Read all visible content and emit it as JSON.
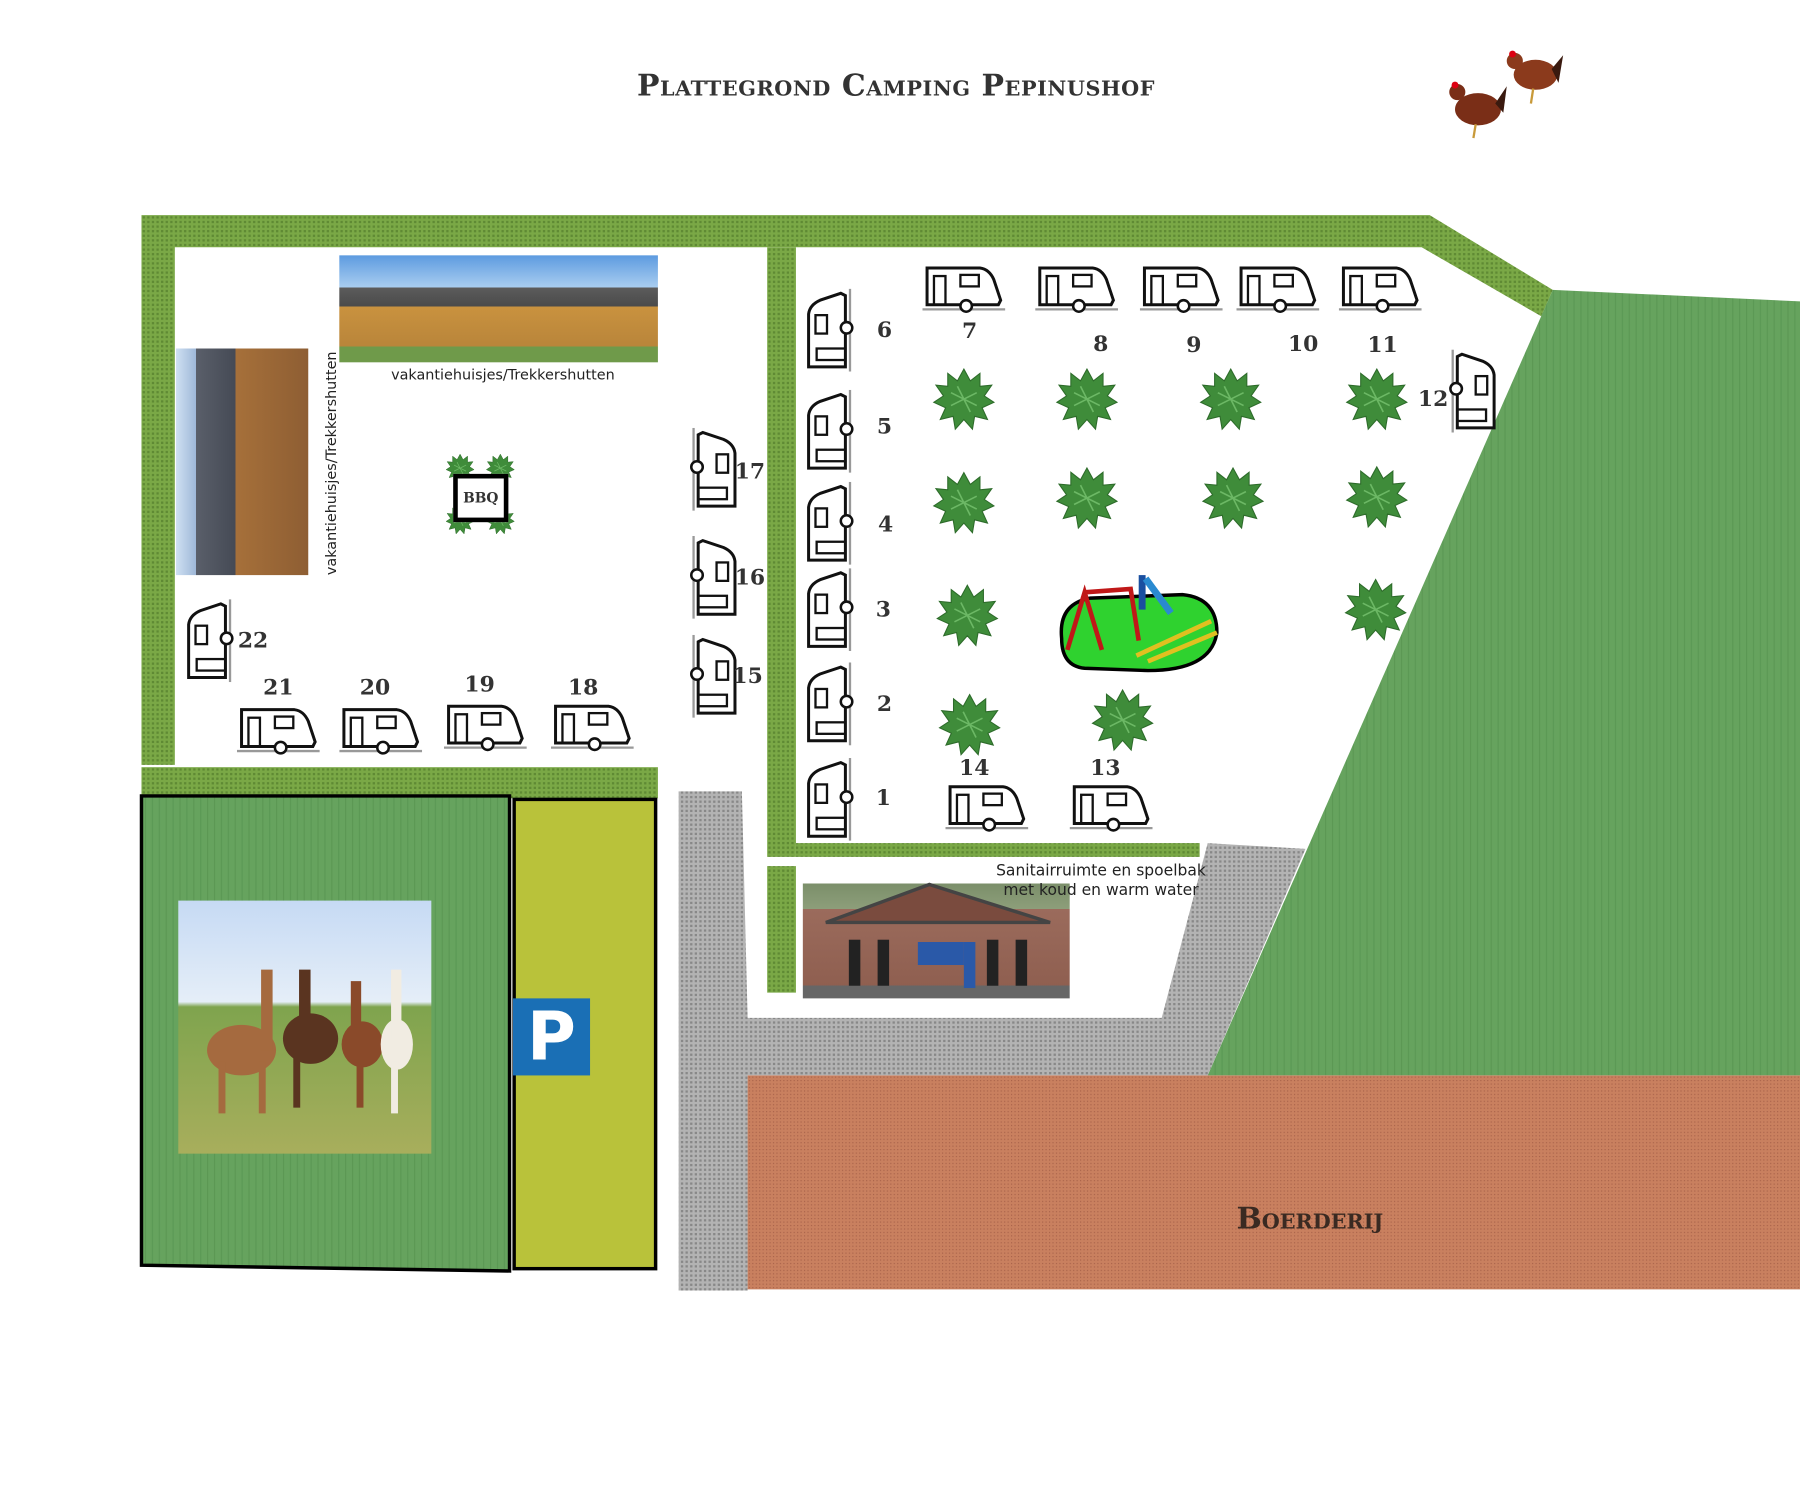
{
  "title": "Plattegrond Camping Pepinushof",
  "labels": {
    "cabins_horizontal": "vakantiehuisjes/Trekkershutten",
    "cabins_vertical": "vakantiehuisjes/Trekkershutten",
    "bbq": "BBQ",
    "sanitary_line1": "Sanitairruimte en spoelbak",
    "sanitary_line2": "met koud en warm water",
    "parking": "P",
    "farm": "Boerderij"
  },
  "pitches": [
    "1",
    "2",
    "3",
    "4",
    "5",
    "6",
    "7",
    "8",
    "9",
    "10",
    "11",
    "12",
    "13",
    "14",
    "15",
    "16",
    "17",
    "18",
    "19",
    "20",
    "21",
    "22"
  ],
  "colors": {
    "hedge": "#7aa846",
    "grass": "#66a35e",
    "road": "#a3a3a3",
    "parking": "#b9c23a",
    "parking_sign": "#1a6fb5",
    "farm": "#c47a5a"
  }
}
